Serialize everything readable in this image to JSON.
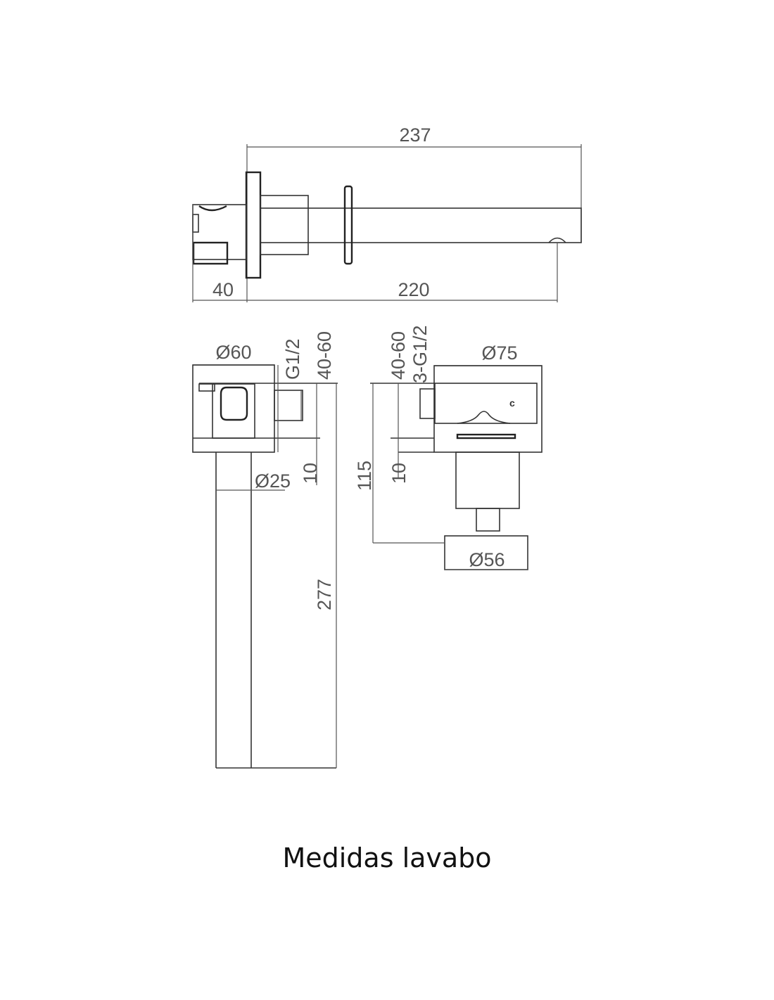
{
  "caption": "Medidas lavabo",
  "top_view": {
    "total_length": "237",
    "body_depth": "40",
    "spout_reach": "220"
  },
  "side_view_left": {
    "diameter_plate": "Ø60",
    "thread": "G1/2",
    "wall_range": "40-60",
    "offset": "10",
    "diameter_pipe": "Ø25",
    "pipe_length": "277"
  },
  "side_view_right": {
    "wall_range": "40-60",
    "thread": "3-G1/2",
    "diameter_plate": "Ø75",
    "height": "115",
    "offset": "10",
    "diameter_knob": "Ø56",
    "knob_mark": "c"
  }
}
